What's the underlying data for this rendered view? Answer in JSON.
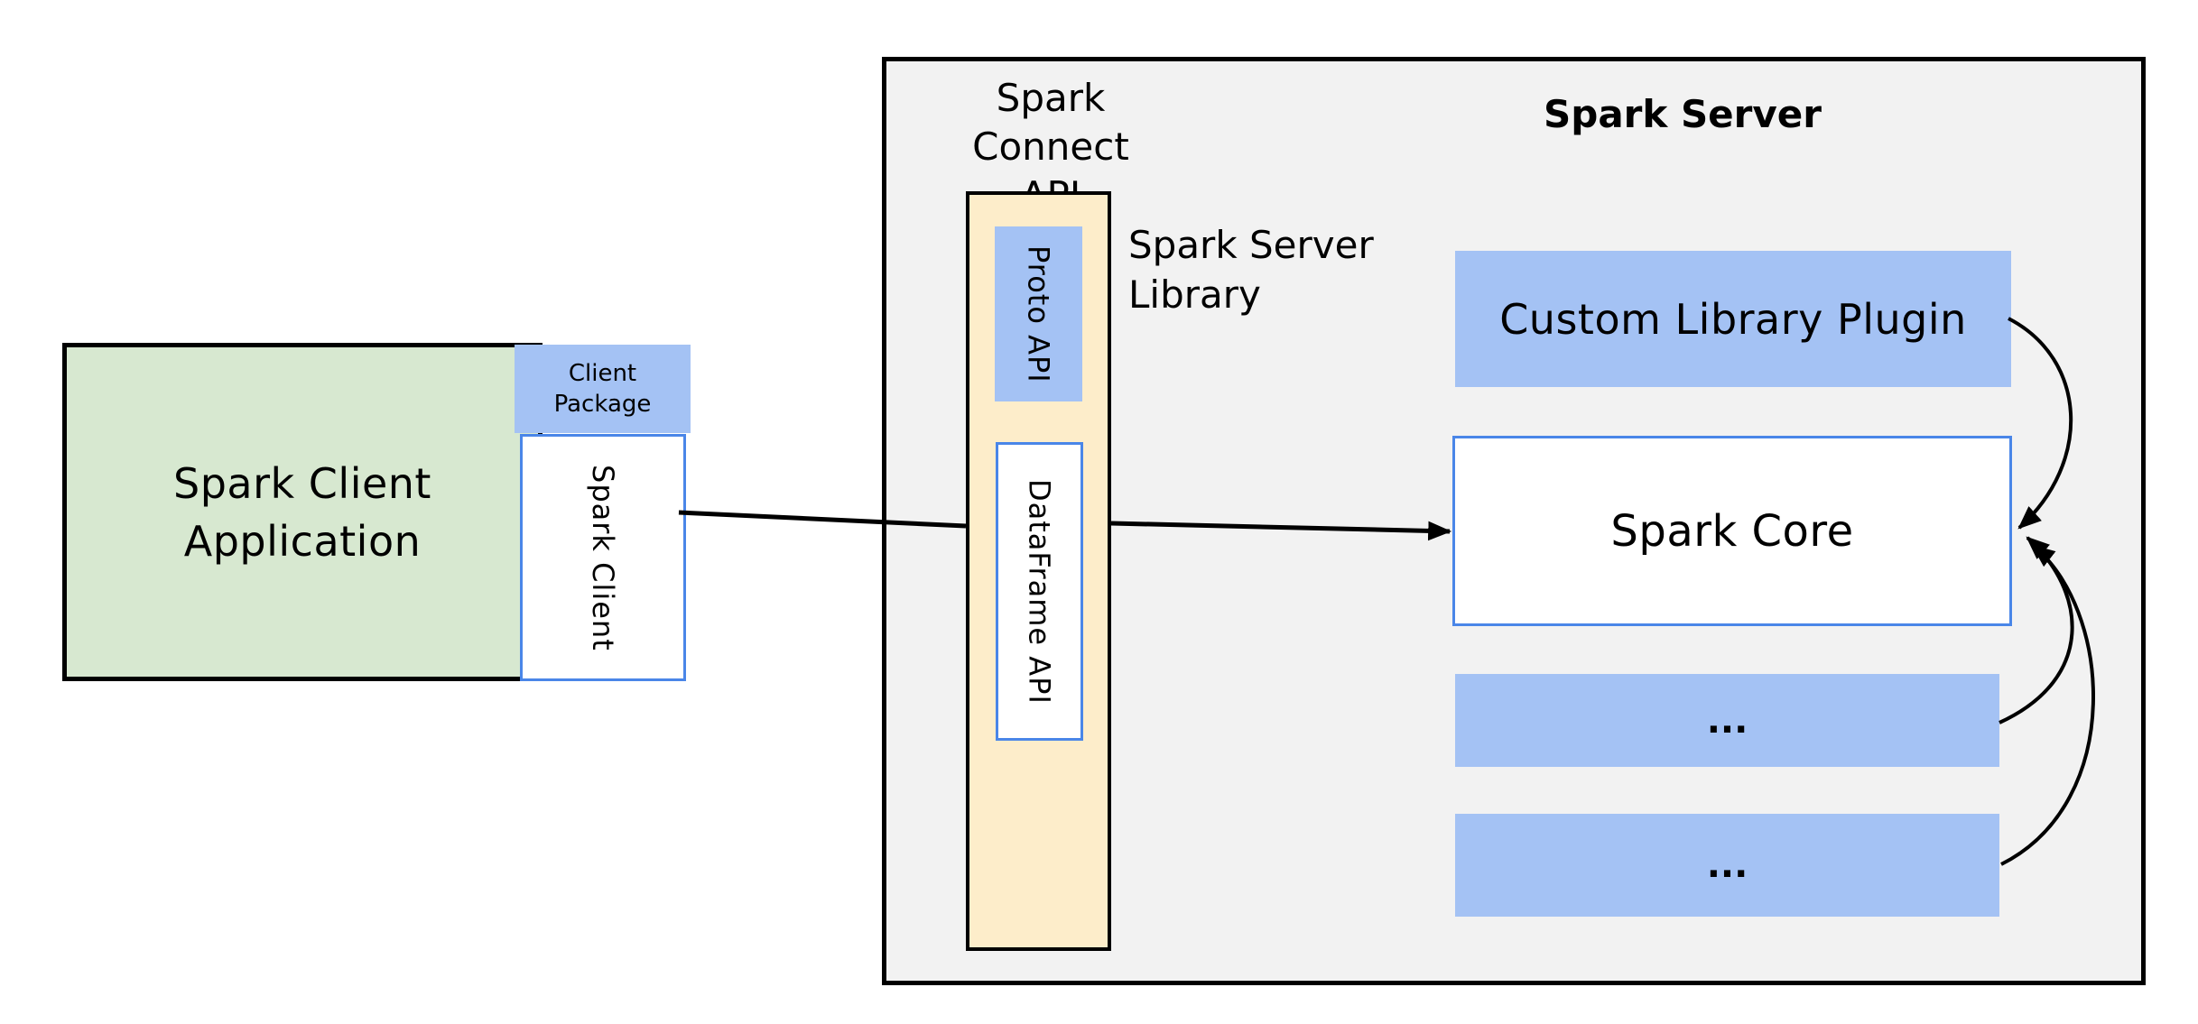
{
  "colors": {
    "green_fill": "#d7e8d0",
    "blue_fill": "#a4c2f4",
    "cream_fill": "#fdedca",
    "panel_fill": "#f2f2f2",
    "blue_border": "#4a86e8",
    "line": "#000000"
  },
  "client": {
    "application_label": "Spark Client\nApplication",
    "package_label": "Client\nPackage",
    "spark_client_label": "Spark Client"
  },
  "connect_api": {
    "title": "Spark Connect\nAPI",
    "proto_api_label": "Proto API",
    "dataframe_api_label": "DataFrame API",
    "server_library_label": "Spark Server\nLibrary"
  },
  "spark_server": {
    "title": "Spark Server",
    "custom_plugin_label": "Custom Library Plugin",
    "spark_core_label": "Spark Core",
    "plugin_placeholder_1": "...",
    "plugin_placeholder_2": "..."
  }
}
